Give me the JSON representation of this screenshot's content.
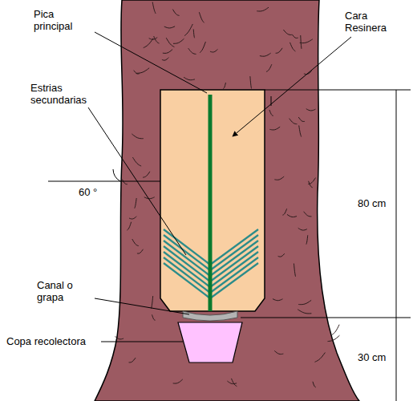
{
  "diagram": {
    "labels": [
      "Pica principal",
      "Cara Resinera",
      "Estrias secundarias",
      "60 °",
      "Canal o grapa",
      "Copa recolectora",
      "80 cm",
      "30 cm"
    ]
  }
}
